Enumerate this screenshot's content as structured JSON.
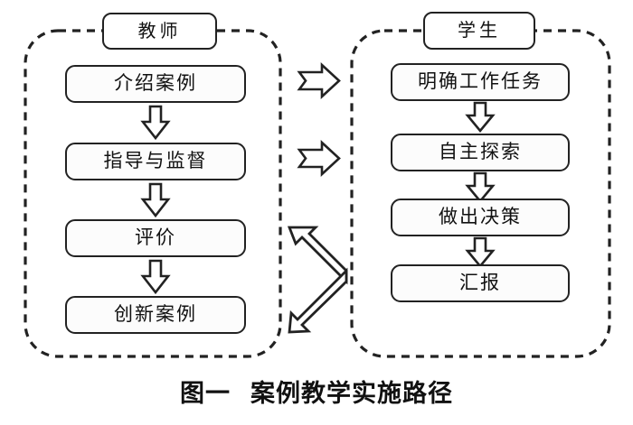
{
  "figure": {
    "caption_label": "图一",
    "caption_title": "案例教学实施路径",
    "caption_full": "图一　案例教学实施路径"
  },
  "colors": {
    "stroke": "#222222",
    "box_fill": "#fcfcfc",
    "page_background": "#ffffff",
    "text": "#111111"
  },
  "lanes": [
    {
      "id": "teacher",
      "title": "教师",
      "steps": [
        {
          "label": "介绍案例"
        },
        {
          "label": "指导与监督"
        },
        {
          "label": "评价"
        },
        {
          "label": "创新案例"
        }
      ]
    },
    {
      "id": "student",
      "title": "学生",
      "steps": [
        {
          "label": "明确工作任务"
        },
        {
          "label": "自主探索"
        },
        {
          "label": "做出决策"
        },
        {
          "label": "汇报"
        }
      ]
    }
  ],
  "connectors": {
    "vertical_left": [
      {
        "from": "介绍案例",
        "to": "指导与监督",
        "icon": "down-block-arrow-icon"
      },
      {
        "from": "指导与监督",
        "to": "评价",
        "icon": "down-block-arrow-icon"
      },
      {
        "from": "评价",
        "to": "创新案例",
        "icon": "down-block-arrow-icon"
      }
    ],
    "vertical_right": [
      {
        "from": "明确工作任务",
        "to": "自主探索",
        "icon": "down-block-arrow-icon"
      },
      {
        "from": "自主探索",
        "to": "做出决策",
        "icon": "down-block-arrow-icon"
      },
      {
        "from": "做出决策",
        "to": "汇报",
        "icon": "down-block-arrow-icon"
      }
    ],
    "cross_lane": [
      {
        "direction": "right",
        "from": "介绍案例",
        "to": "明确工作任务",
        "icon": "right-block-arrow-icon"
      },
      {
        "direction": "right",
        "from": "指导与监督",
        "to": "自主探索",
        "icon": "right-block-arrow-icon"
      },
      {
        "direction": "bidirectional",
        "from": "评价/创新案例",
        "to": "做出决策/汇报",
        "icon": "bent-double-headed-arrow-icon"
      }
    ]
  }
}
